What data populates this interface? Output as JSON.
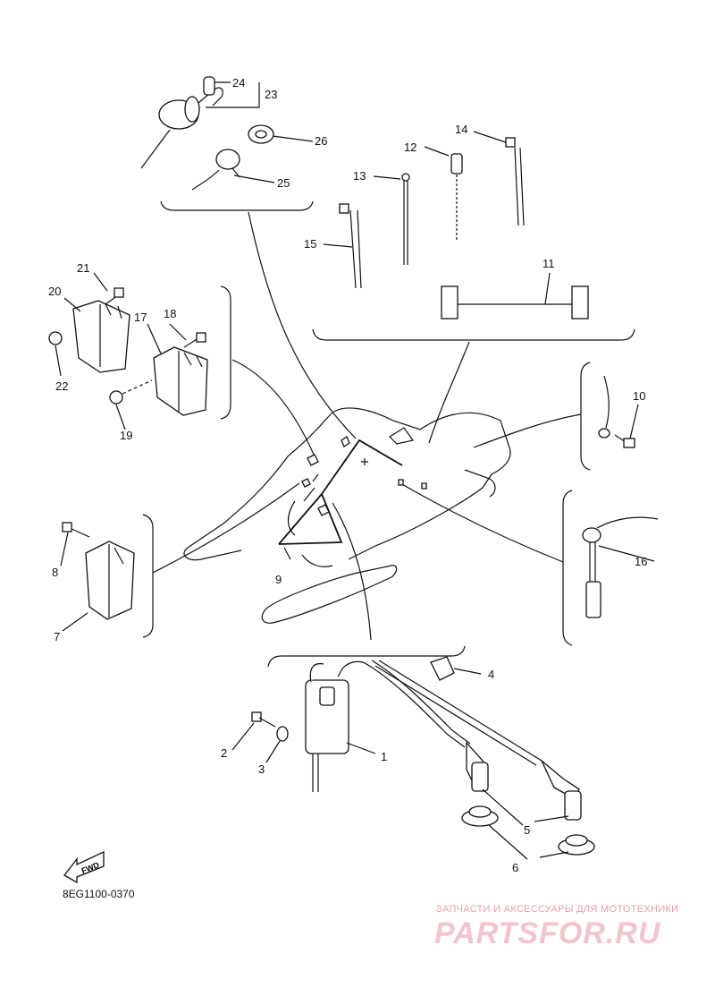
{
  "diagram": {
    "reference_code": "8EG1100-0370",
    "fwd_label": "FWD",
    "callouts": {
      "c1": "1",
      "c2": "2",
      "c3": "3",
      "c4": "4",
      "c5": "5",
      "c6": "6",
      "c7": "7",
      "c8": "8",
      "c9": "9",
      "c10": "10",
      "c11": "11",
      "c12": "12",
      "c13": "13",
      "c14": "14",
      "c15": "15",
      "c16": "16",
      "c17": "17",
      "c18": "18",
      "c19": "19",
      "c20": "20",
      "c21": "21",
      "c22": "22",
      "c23": "23",
      "c24": "24",
      "c25": "25",
      "c26": "26"
    }
  },
  "watermark": {
    "tagline": "ЗАПЧАСТИ И АКСЕССУАРЫ ДЛЯ МОТОТЕХНИКИ",
    "brand": "PARTSFOR.RU"
  }
}
